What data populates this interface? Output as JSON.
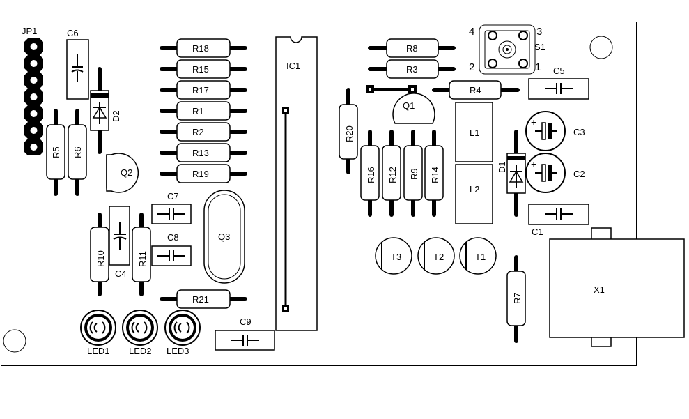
{
  "board": {
    "labels": {
      "jp1": "JP1",
      "c6": "C6",
      "d2": "D2",
      "r5": "R5",
      "r6": "R6",
      "q2": "Q2",
      "r18": "R18",
      "r15": "R15",
      "r17": "R17",
      "r1": "R1",
      "r2": "R2",
      "r13": "R13",
      "r19": "R19",
      "c7": "C7",
      "c8": "C8",
      "q3": "Q3",
      "r21": "R21",
      "c9": "C9",
      "r10": "R10",
      "c4": "C4",
      "r11": "R11",
      "led1": "LED1",
      "led2": "LED2",
      "led3": "LED3",
      "ic1": "IC1",
      "r8": "R8",
      "r3": "R3",
      "r4": "R4",
      "q1": "Q1",
      "r20": "R20",
      "r16": "R16",
      "r12": "R12",
      "r9": "R9",
      "r14": "R14",
      "l1": "L1",
      "l2": "L2",
      "d1": "D1",
      "s1": "S1",
      "pin1": "1",
      "pin2": "2",
      "pin3": "3",
      "pin4": "4",
      "c5": "C5",
      "c3": "C3",
      "c2": "C2",
      "c1": "C1",
      "t1": "T1",
      "t2": "T2",
      "t3": "T3",
      "r7": "R7",
      "x1": "X1"
    },
    "polarity_marks": {
      "c3": "+",
      "c2": "+"
    }
  }
}
